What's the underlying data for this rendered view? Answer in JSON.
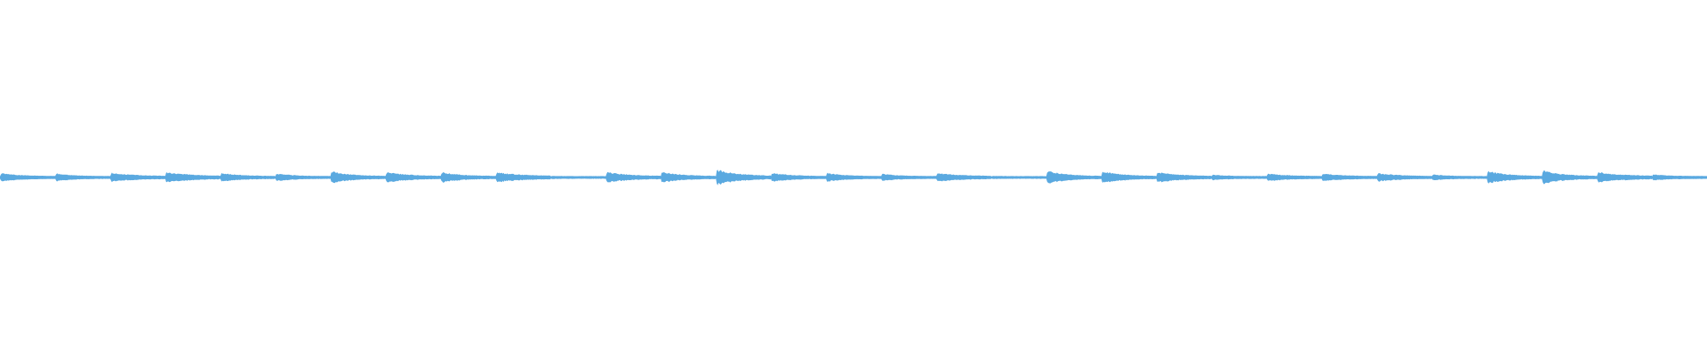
{
  "waveform": {
    "color": "#5aa9e0",
    "segment_count": 31,
    "segments": [
      {
        "attack": 0.1,
        "decay": 0.35
      },
      {
        "attack": 0.09,
        "decay": 0.3
      },
      {
        "attack": 0.12,
        "decay": 0.4
      },
      {
        "attack": 0.14,
        "decay": 0.45
      },
      {
        "attack": 0.11,
        "decay": 0.35
      },
      {
        "attack": 0.09,
        "decay": 0.3
      },
      {
        "attack": 0.16,
        "decay": 0.35
      },
      {
        "attack": 0.14,
        "decay": 0.4
      },
      {
        "attack": 0.14,
        "decay": 0.35
      },
      {
        "attack": 0.13,
        "decay": 0.5
      },
      {
        "attack": 0.01,
        "decay": 0.1
      },
      {
        "attack": 0.14,
        "decay": 0.4
      },
      {
        "attack": 0.15,
        "decay": 0.35
      },
      {
        "attack": 0.22,
        "decay": 0.4
      },
      {
        "attack": 0.11,
        "decay": 0.35
      },
      {
        "attack": 0.11,
        "decay": 0.3
      },
      {
        "attack": 0.08,
        "decay": 0.3
      },
      {
        "attack": 0.1,
        "decay": 0.45
      },
      {
        "attack": 0.01,
        "decay": 0.1
      },
      {
        "attack": 0.18,
        "decay": 0.35
      },
      {
        "attack": 0.17,
        "decay": 0.35
      },
      {
        "attack": 0.14,
        "decay": 0.4
      },
      {
        "attack": 0.05,
        "decay": 0.25
      },
      {
        "attack": 0.09,
        "decay": 0.35
      },
      {
        "attack": 0.09,
        "decay": 0.35
      },
      {
        "attack": 0.1,
        "decay": 0.4
      },
      {
        "attack": 0.06,
        "decay": 0.25
      },
      {
        "attack": 0.17,
        "decay": 0.35
      },
      {
        "attack": 0.2,
        "decay": 0.35
      },
      {
        "attack": 0.14,
        "decay": 0.45
      },
      {
        "attack": 0.06,
        "decay": 0.3
      }
    ]
  }
}
